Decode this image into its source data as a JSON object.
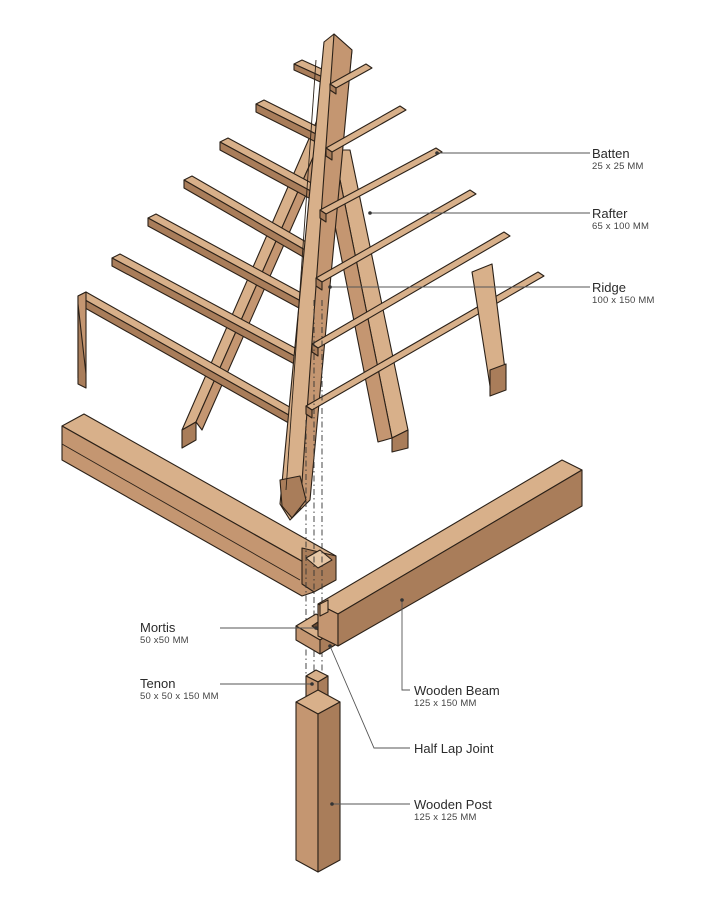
{
  "colors": {
    "wood_light": "#d8b08a",
    "wood_mid": "#c49671",
    "wood_dark": "#a97d5a",
    "outline": "#2b2118",
    "leader": "#555555"
  },
  "labels": {
    "batten": {
      "name": "Batten",
      "dim": "25 x 25 MM"
    },
    "rafter": {
      "name": "Rafter",
      "dim": "65 x 100 MM"
    },
    "ridge": {
      "name": "Ridge",
      "dim": "100 x 150 MM"
    },
    "mortis": {
      "name": "Mortis",
      "dim": "50 x50 MM"
    },
    "tenon": {
      "name": "Tenon",
      "dim": "50 x 50 x 150 MM"
    },
    "wooden_beam": {
      "name": "Wooden Beam",
      "dim": "125 x 150 MM"
    },
    "half_lap_joint": {
      "name": "Half Lap Joint"
    },
    "wooden_post": {
      "name": "Wooden Post",
      "dim": "125 x 125 MM"
    }
  }
}
